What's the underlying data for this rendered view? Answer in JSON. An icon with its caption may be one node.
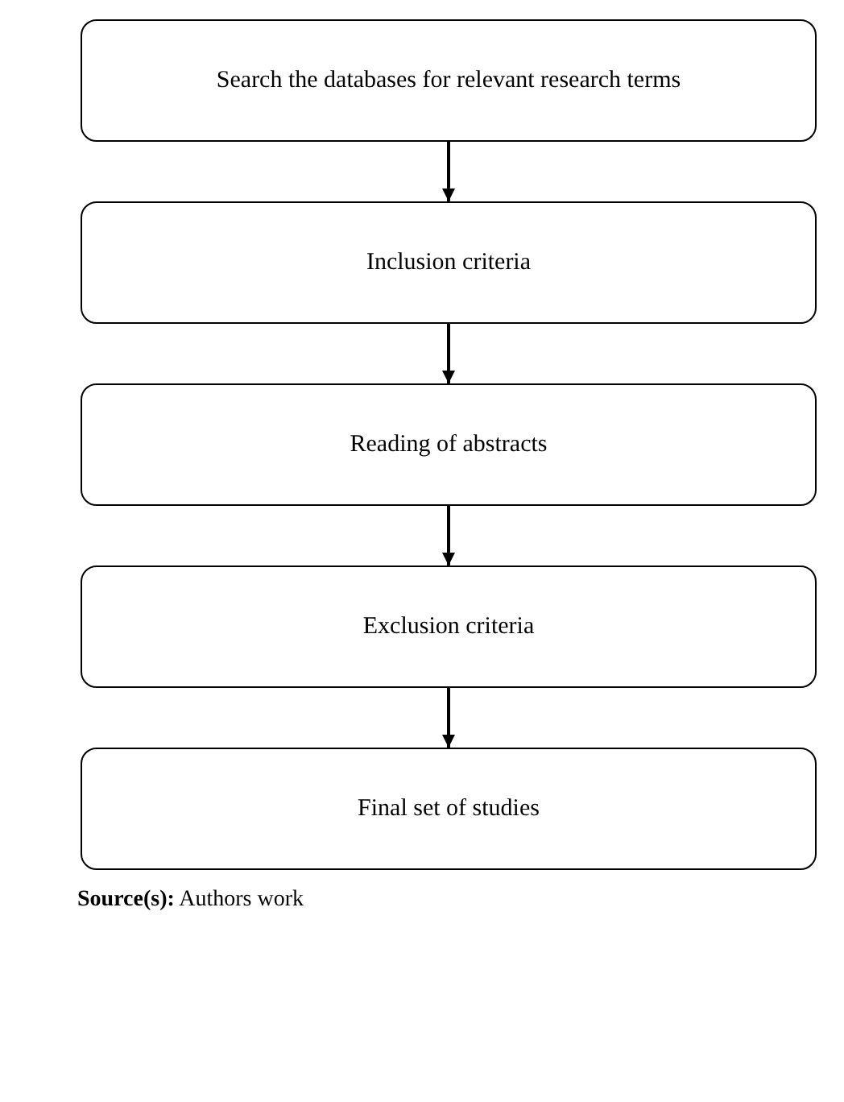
{
  "diagram": {
    "nodes": [
      {
        "text": [
          "Search the databases for relevant research terms"
        ]
      },
      {
        "text": [
          "Inclusion criteria"
        ]
      },
      {
        "text": [
          "Reading of abstracts"
        ]
      },
      {
        "text": [
          "Exclusion criteria"
        ]
      },
      {
        "text": [
          "Final set of studies"
        ]
      }
    ],
    "edges": [
      {
        "from": 0,
        "to": 1,
        "arrow": "to"
      },
      {
        "from": 1,
        "to": 2,
        "arrow": "to"
      },
      {
        "from": 2,
        "to": 3,
        "arrow": "to"
      },
      {
        "from": 3,
        "to": 4,
        "arrow": "to"
      }
    ],
    "caption": "**Source(s):** Authors work"
  }
}
